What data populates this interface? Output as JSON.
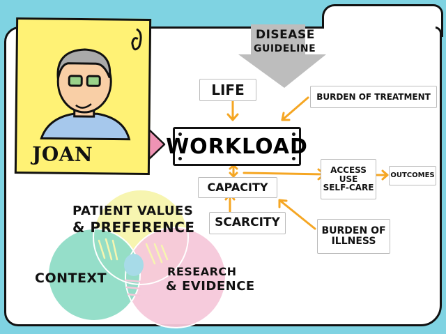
{
  "person": {
    "name": "JOAN"
  },
  "guideline_arrow": {
    "line1": "DISEASE",
    "line2": "GUIDELINE"
  },
  "nodes": {
    "life": "LIFE",
    "burden_of_treatment": "BURDEN OF TREATMENT",
    "workload": "WORKLOAD",
    "capacity": "CAPACITY",
    "scarcity": "SCARCITY",
    "access_line1": "ACCESS",
    "access_line2": "USE",
    "access_line3": "SELF-CARE",
    "outcomes": "OUTCOMES",
    "burden_of_illness_line1": "BURDEN OF",
    "burden_of_illness_line2": "ILLNESS"
  },
  "venn": {
    "top": {
      "line1": "PATIENT VALUES",
      "line2": "& PREFERENCE",
      "color": "#f7f5b0"
    },
    "left": {
      "label": "CONTEXT",
      "color": "#8fdcc6"
    },
    "right": {
      "line1": "RESEARCH",
      "line2": "& EVIDENCE",
      "color": "#f5c8da"
    }
  },
  "colors": {
    "background": "#7fd3e2",
    "card": "#fff275",
    "arrow_orange": "#f5a623",
    "arrow_pink": "#ee93b4",
    "arrow_gray": "#bdbdbd"
  }
}
